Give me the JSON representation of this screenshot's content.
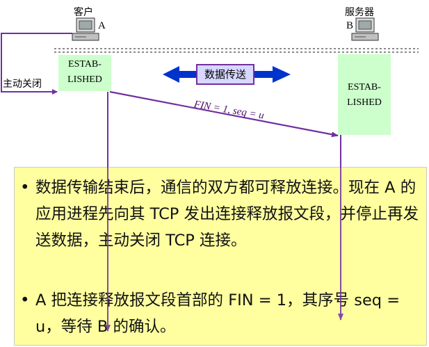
{
  "client": {
    "title": "客户",
    "letter": "A"
  },
  "server": {
    "title": "服务器",
    "letter": "B"
  },
  "client_state": {
    "line1": "ESTAB-",
    "line2": "LISHED"
  },
  "server_state": {
    "line1": "ESTAB-",
    "line2": "LISHED"
  },
  "active_close_label": "主动关闭",
  "data_transfer_label": "数据传送",
  "fin_message": "FIN = 1, seq = u",
  "bullets": [
    "数据传输结束后，通信的双方都可释放连接。现在 A 的应用进程先向其 TCP 发出连接释放报文段，并停止再发送数据，主动关闭 TCP 连接。",
    "A 把连接释放报文段首部的 FIN = 1，其序号 seq = u，等待 B 的确认。"
  ],
  "bullet_symbol": "•",
  "colors": {
    "arrow_purple": "#7030a0",
    "arrow_blue": "#0033cc",
    "state_fill": "#ccffcc",
    "panel_fill": "#ffff99",
    "transfer_fill": "#d7d7ff"
  }
}
